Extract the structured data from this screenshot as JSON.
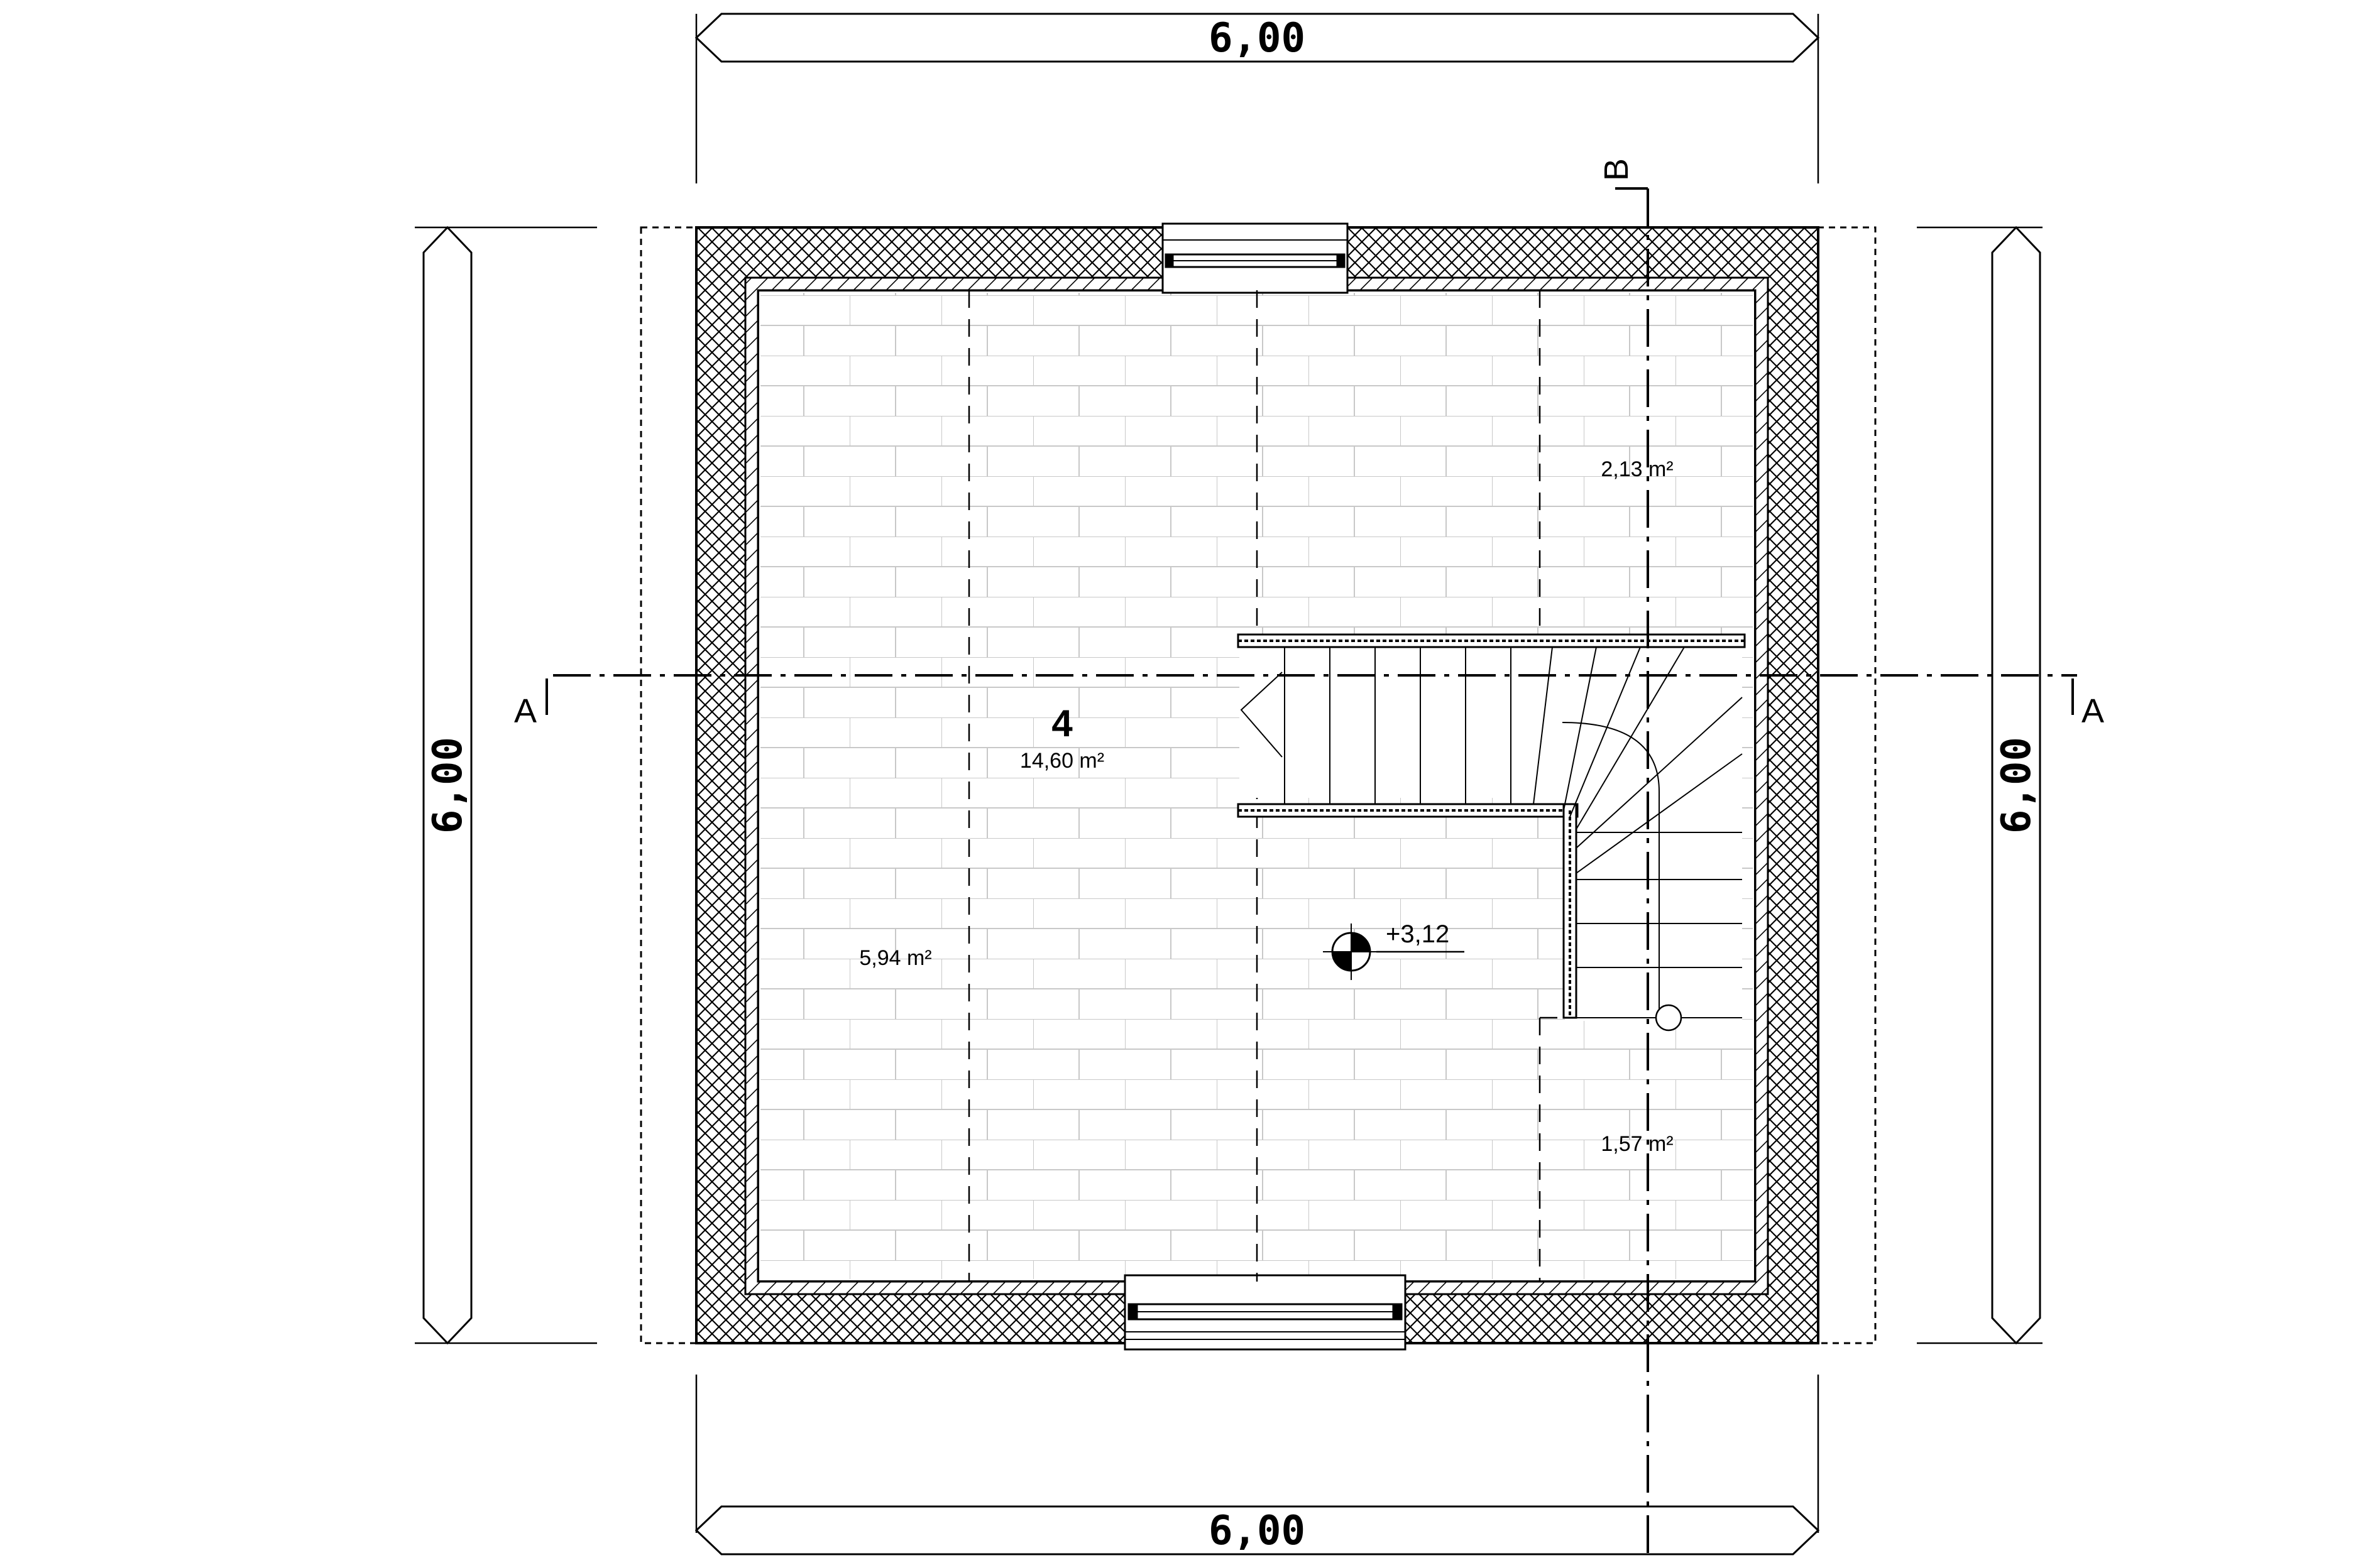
{
  "dimensions": {
    "top": "6,00",
    "bottom": "6,00",
    "left": "6,00",
    "right": "6,00"
  },
  "section_markers": {
    "a_left": "A",
    "a_right": "A",
    "b_top": "B"
  },
  "room": {
    "number": "4",
    "area": "14,60 m²"
  },
  "sub_areas": {
    "upper_right": "2,13 m²",
    "lower_left": "5,94 m²",
    "lower_right": "1,57 m²"
  },
  "level": {
    "value": "+3,12"
  },
  "colors": {
    "line": "#000000",
    "tile_line": "#c8c8c8",
    "background": "#ffffff"
  }
}
